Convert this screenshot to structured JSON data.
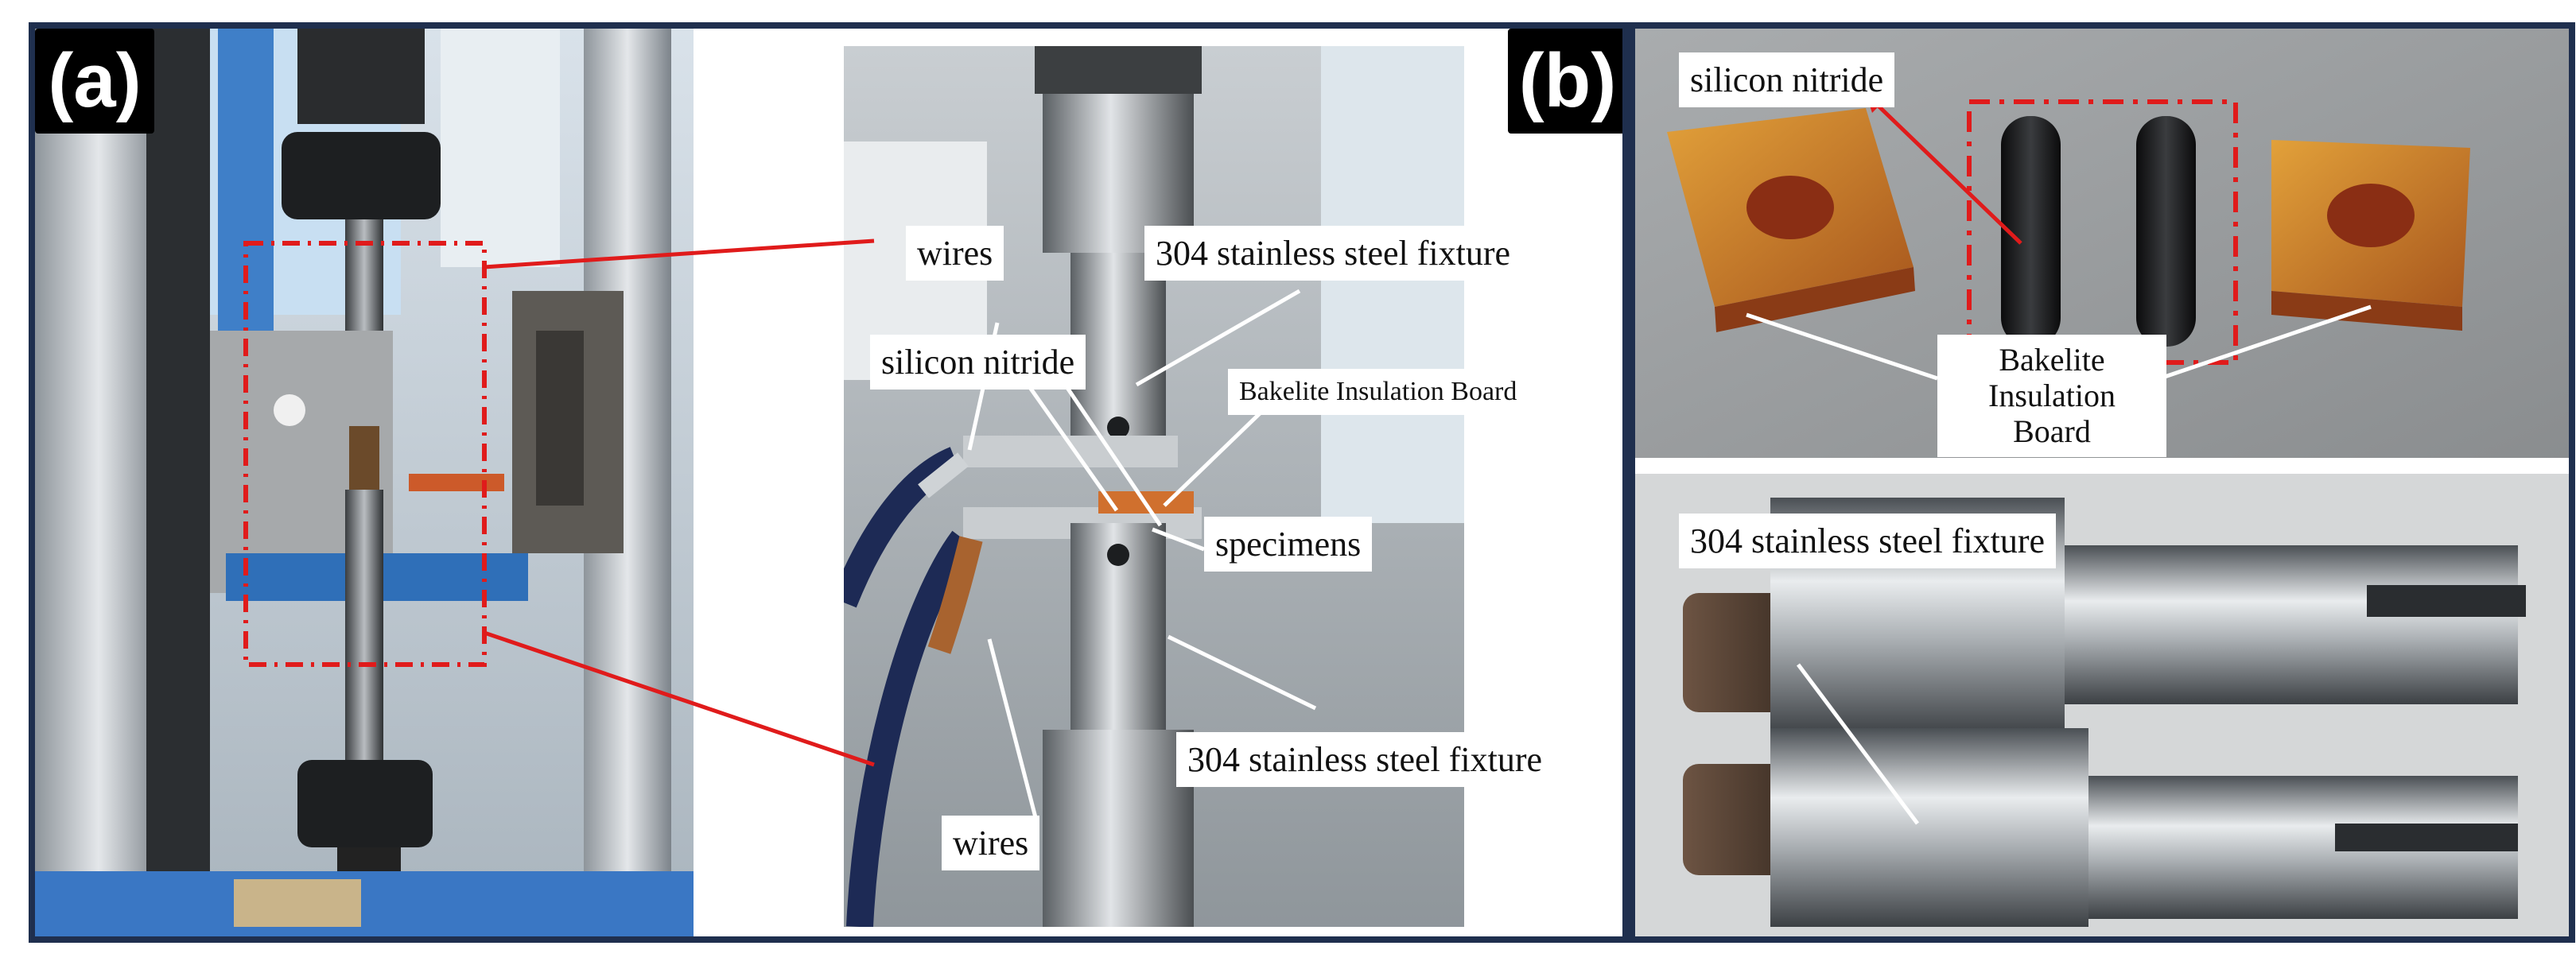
{
  "panel_a": {
    "label": "(a)",
    "callouts": {
      "wires_top": "wires",
      "fixture_top": "304 stainless steel fixture",
      "silicon_nitride": "silicon nitride",
      "bakelite": "Bakelite Insulation Board",
      "specimens": "specimens",
      "fixture_bottom": "304 stainless steel fixture",
      "wires_bottom": "wires"
    }
  },
  "panel_b": {
    "label": "(b)",
    "callouts": {
      "silicon_nitride": "silicon nitride",
      "bakelite": "Bakelite Insulation Board",
      "fixture": "304 stainless steel fixture"
    }
  },
  "colors": {
    "border": "#1f2f4e",
    "highlight_red": "#e01b1b",
    "leader_white": "#ffffff"
  }
}
